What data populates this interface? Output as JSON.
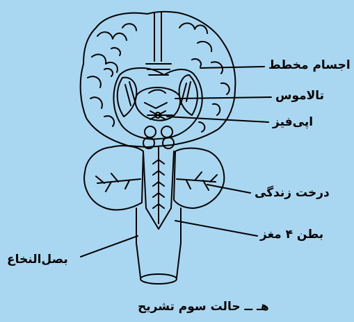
{
  "colors": {
    "background": "#a9d6f0",
    "ink": "#000000"
  },
  "labels": {
    "striatum": "اجسام مخطط",
    "thalamus": "تالاموس",
    "epiphysis": "اپی‌فیز",
    "arbor_vitae": "درخت زندگی",
    "fourth_ventricle": "بطن ۴ مغز",
    "medulla": "بصل‌النخاع"
  },
  "caption": "هـ ــ حالت سوم تشریح"
}
